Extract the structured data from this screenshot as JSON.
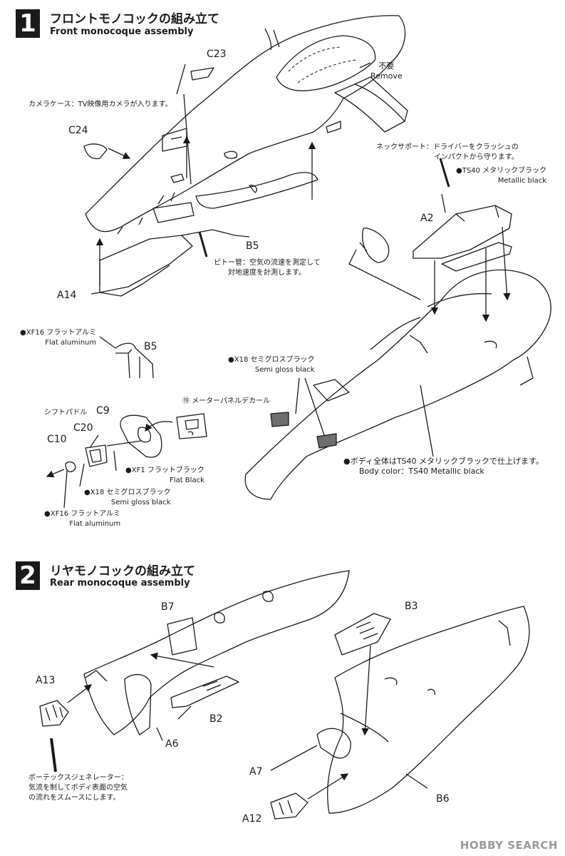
{
  "step1": {
    "number": "1",
    "title_jp": "フロントモノコックの組み立て",
    "title_en": "Front monocoque assembly"
  },
  "step2": {
    "number": "2",
    "title_jp": "リヤモノコックの組み立て",
    "title_en": "Rear monocoque assembly"
  },
  "parts": {
    "c23": "C23",
    "c24": "C24",
    "b5": "B5",
    "b5_detail": "B5",
    "a14": "A14",
    "a2": "A2",
    "c9": "C9",
    "c20": "C20",
    "c10": "C10",
    "b7": "B7",
    "b3": "B3",
    "a13": "A13",
    "b2": "B2",
    "a6": "A6",
    "a7": "A7",
    "b6": "B6",
    "a12": "A12"
  },
  "notes": {
    "remove_jp": "不要",
    "remove_en": "Remove",
    "camera_case": "カメラケース：TV映像用カメラが入ります。",
    "pitot_1": "ピトー管：空気の流速を測定して",
    "pitot_2": "対地速度を計測します。",
    "neck_1": "ネックサポート：ドライバーをクラッシュの",
    "neck_2": "インパクトから守ります。",
    "ts40_jp": "●TS40 メタリックブラック",
    "ts40_en": "Metallic black",
    "xf16a_jp": "●XF16 フラットアルミ",
    "xf16a_en": "Flat aluminum",
    "shift_paddle": "シフトパドル",
    "decal_num": "⑲",
    "meter_decal": "メーターパネルデカール",
    "xf1_jp": "●XF1 フラットブラック",
    "xf1_en": "Flat Black",
    "x18a_jp": "●X18 セミグロスブラック",
    "x18a_en": "Semi gloss black",
    "xf16b_jp": "●XF16 フラットアルミ",
    "xf16b_en": "Flat aluminum",
    "x18b_jp": "●X18 セミグロスブラック",
    "x18b_en": "Semi gloss black",
    "body_jp": "●ボディ全体はTS40 メタリックブラックで仕上げます。",
    "body_en": "Body color：TS40 Metallic black",
    "vortex_1": "ボーテックスジェネレーター：",
    "vortex_2": "気流を制してボディ表面の空気",
    "vortex_3": "の流れをスムースにします。"
  },
  "watermark": "HOBBY SEARCH",
  "colors": {
    "ink": "#1a1a1a",
    "paint_gray": "#6e6e6e",
    "watermark_gray": "#9a9a9a"
  }
}
